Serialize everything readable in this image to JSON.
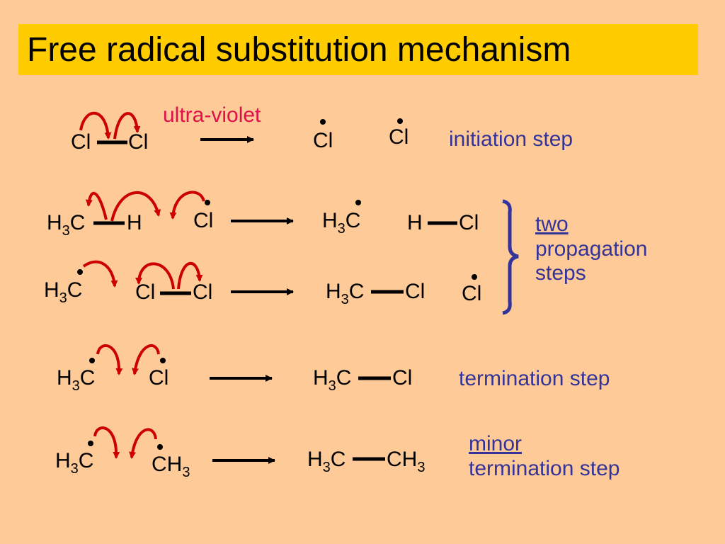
{
  "title": "Free radical substitution mechanism",
  "colors": {
    "background": "#FDCA98",
    "title_bar": "#FFCC00",
    "label_text": "#333399",
    "condition_text": "#E0104A",
    "curly_arrow": "#CC0000"
  },
  "atoms": {
    "cl": "Cl",
    "h": "H",
    "c": "C",
    "h3_h": "H",
    "h3_sub": "3"
  },
  "initiation": {
    "condition": "ultra-violet",
    "label": "initiation step"
  },
  "propagation": {
    "label_line1": "two",
    "label_line2": "propagation",
    "label_line3": "steps"
  },
  "termination": {
    "label": "termination step"
  },
  "minor_termination": {
    "label_line1": "minor",
    "label_line2": "termination step"
  }
}
